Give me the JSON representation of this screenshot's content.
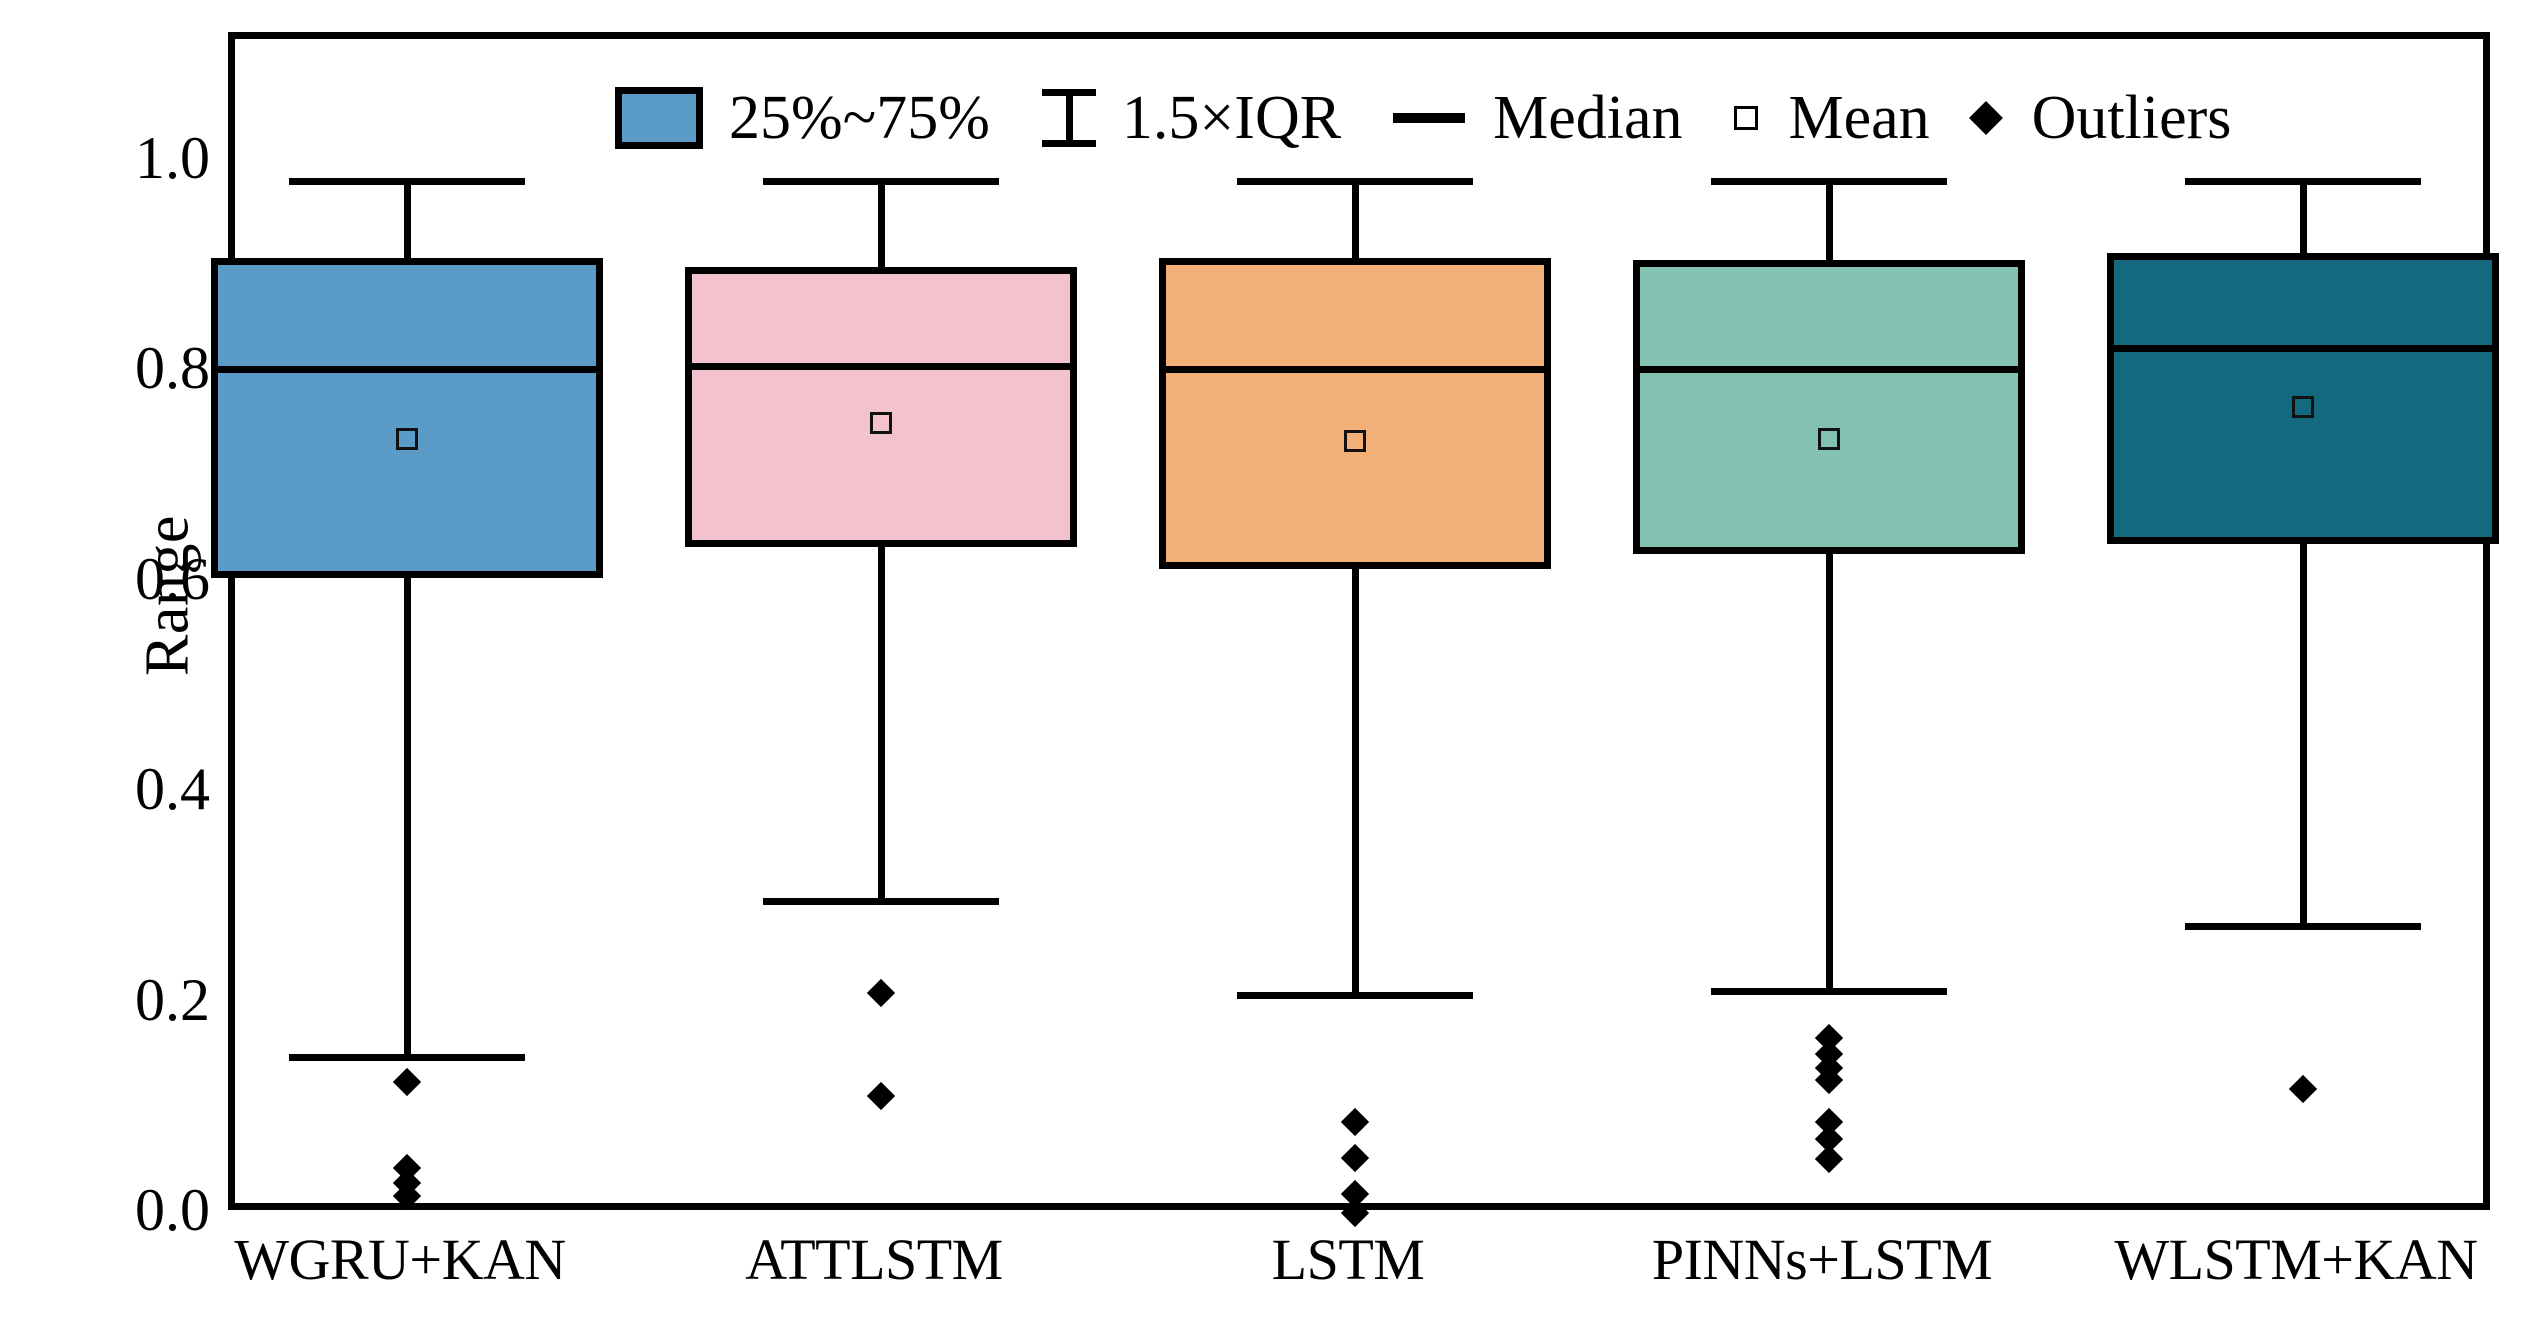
{
  "chart_data": {
    "type": "box",
    "title": "",
    "xlabel": "",
    "ylabel": "Range",
    "ylim": [
      0.0,
      1.08
    ],
    "y_ticks": [
      "0.0",
      "0.2",
      "0.4",
      "0.6",
      "0.8",
      "1.0"
    ],
    "y_tick_values": [
      0.0,
      0.2,
      0.4,
      0.6,
      0.8,
      1.0
    ],
    "grid": false,
    "categories": [
      "WGRU+KAN",
      "ATTLSTM",
      "LSTM",
      "PINNs+LSTM",
      "WLSTM+KAN"
    ],
    "legend": {
      "position": "top",
      "entries": [
        {
          "label": "25%~75%",
          "marker": "filled-box"
        },
        {
          "label": "1.5×IQR",
          "marker": "whisker-cap"
        },
        {
          "label": "Median",
          "marker": "horizontal-line"
        },
        {
          "label": "Mean",
          "marker": "open-square"
        },
        {
          "label": "Outliers",
          "marker": "filled-diamond"
        }
      ]
    },
    "series": [
      {
        "name": "WGRU+KAN",
        "color": "#5B9BC8",
        "q1": 0.607,
        "q3": 0.912,
        "median": 0.806,
        "mean": 0.74,
        "whisker_low": 0.155,
        "whisker_high": 0.988,
        "outliers": [
          0.128,
          0.047,
          0.032,
          0.02
        ]
      },
      {
        "name": "ATTLSTM",
        "color": "#F2C2CF",
        "q1": 0.637,
        "q3": 0.903,
        "median": 0.808,
        "mean": 0.755,
        "whisker_low": 0.303,
        "whisker_high": 0.988,
        "outliers": [
          0.213,
          0.115
        ]
      },
      {
        "name": "LSTM",
        "color": "#F2B078",
        "q1": 0.616,
        "q3": 0.912,
        "median": 0.806,
        "mean": 0.738,
        "whisker_low": 0.214,
        "whisker_high": 0.988,
        "outliers": [
          0.09,
          0.056,
          0.022,
          0.004
        ]
      },
      {
        "name": "PINNs+LSTM",
        "color": "#83C2B2",
        "q1": 0.63,
        "q3": 0.91,
        "median": 0.806,
        "mean": 0.74,
        "whisker_low": 0.218,
        "whisker_high": 0.988,
        "outliers": [
          0.17,
          0.155,
          0.142,
          0.13,
          0.09,
          0.074,
          0.055
        ]
      },
      {
        "name": "WLSTM+KAN",
        "color": "#15697E",
        "q1": 0.64,
        "q3": 0.916,
        "median": 0.826,
        "mean": 0.77,
        "whisker_low": 0.279,
        "whisker_high": 0.988,
        "outliers": [
          0.122
        ]
      }
    ]
  }
}
